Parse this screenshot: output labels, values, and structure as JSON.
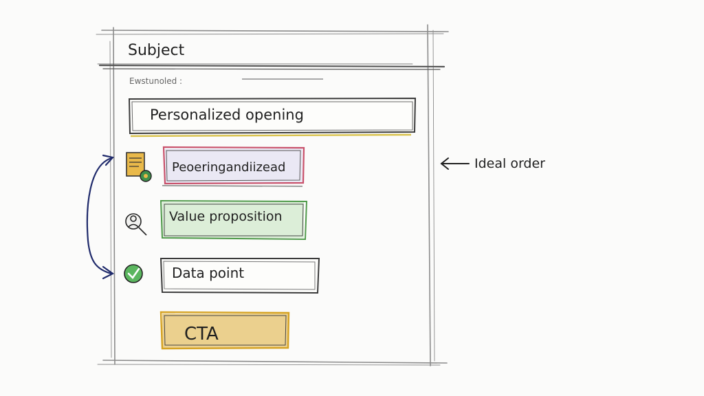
{
  "frame": {
    "subject_label": "Subject",
    "sublabel": "Ewstunoled :"
  },
  "blocks": {
    "opening": {
      "label": "Personalized opening",
      "accent": "#d9c24a"
    },
    "personalized": {
      "label": "Peoeringandiizead",
      "accent": "#c8506a",
      "fill": "#dcd8ef"
    },
    "value": {
      "label": "Value proposition",
      "accent": "#4f9a4a",
      "fill": "#cfe8c9"
    },
    "datapoint": {
      "label": "Data point"
    },
    "cta": {
      "label": "CTA",
      "accent": "#d6a323",
      "fill": "#e8c87a"
    }
  },
  "annotation": {
    "label": "Ideal order",
    "arrow_color": "#1f2a6b"
  },
  "icons": {
    "document": "document-badge-icon",
    "search": "magnifier-person-icon",
    "check": "checkmark-circle-icon"
  }
}
